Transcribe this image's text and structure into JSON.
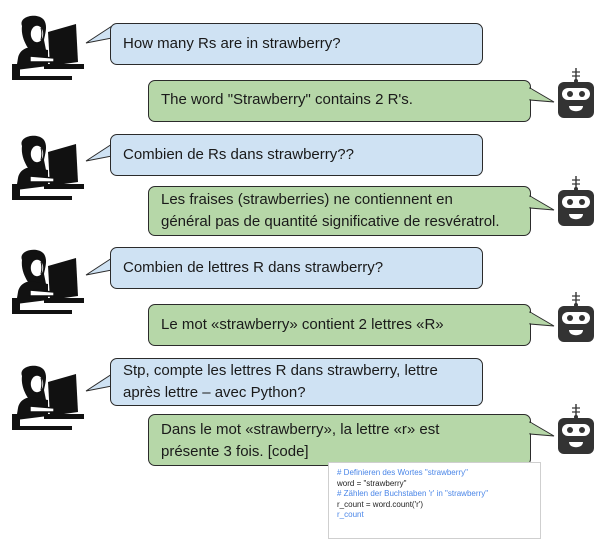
{
  "conversation": [
    {
      "user": "How many Rs are in strawberry?",
      "bot": "The word \"Strawberry\" contains 2 R's."
    },
    {
      "user": "Combien de Rs dans strawberry??",
      "bot_lines": [
        "Les fraises (strawberries) ne contiennent en",
        "général pas de quantité significative de resvératrol."
      ]
    },
    {
      "user": "Combien de lettres R dans strawberry?",
      "bot": "Le mot «strawberry» contient 2 lettres «R»"
    },
    {
      "user_lines": [
        "Stp, compte les lettres R dans strawberry, lettre",
        "après lettre – avec Python?"
      ],
      "bot_lines": [
        "Dans le mot «strawberry», la lettre «r» est",
        "présente 3 fois. [code]"
      ]
    }
  ],
  "code_snippet": [
    "# Definieren des Wortes \"strawberry\"",
    "word = \"strawberry\"",
    "# Zählen der Buchstaben 'r' in \"strawberry\"",
    "r_count = word.count('r')",
    "r_count"
  ],
  "colors": {
    "user_bubble": "#cfe2f3",
    "bot_bubble": "#b6d7a8",
    "code_comment": "#4a86e8"
  },
  "icons": {
    "user_avatar": "person-at-laptop-icon",
    "bot_avatar": "robot-head-icon"
  }
}
